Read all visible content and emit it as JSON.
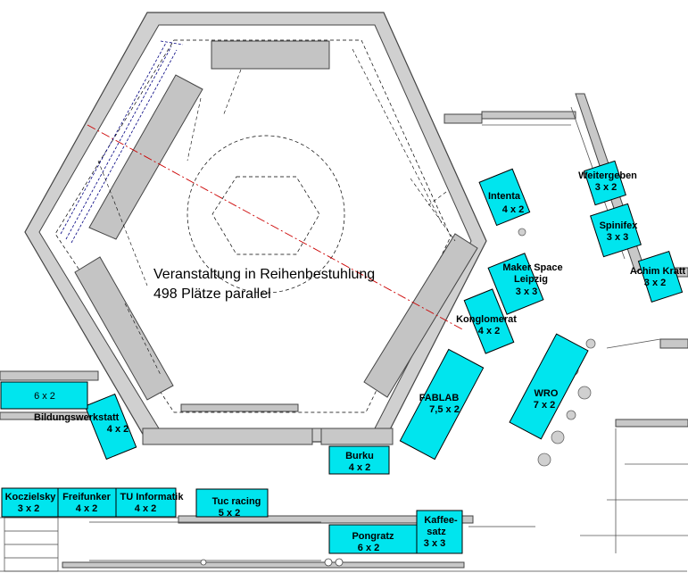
{
  "event_note": {
    "line1": "Veranstaltung in Reihenbestuhlung",
    "line2": "498 Plätze parallel"
  },
  "booths": [
    {
      "id": "intenta",
      "name": "Intenta",
      "size": "4 x 2"
    },
    {
      "id": "maker-space",
      "name": "Maker Space Leipzig",
      "name_lines": [
        "Maker Space",
        "Leipzig"
      ],
      "size": "3 x 3"
    },
    {
      "id": "konglomerat",
      "name": "Konglomerat",
      "size": "4 x 2"
    },
    {
      "id": "fablab",
      "name": "FABLAB",
      "size": "7,5 x 2"
    },
    {
      "id": "wro",
      "name": "WRO",
      "size": "7 x 2"
    },
    {
      "id": "weitergeben",
      "name": "Weitergeben",
      "size": "3 x 2"
    },
    {
      "id": "spinifex",
      "name": "Spinifex",
      "size": "3 x 3"
    },
    {
      "id": "achim-kratt",
      "name": "Achim Kratt",
      "size": "3 x 2"
    },
    {
      "id": "bildungswerkstatt",
      "name": "Bildungswerkstatt",
      "size": "4 x 2"
    },
    {
      "id": "unnamed",
      "name": "",
      "size": "6 x 2"
    },
    {
      "id": "burku",
      "name": "Burku",
      "size": "4 x 2"
    },
    {
      "id": "koczielsky",
      "name": "Koczielsky",
      "size": "3 x 2"
    },
    {
      "id": "freifunker",
      "name": "Freifunker",
      "size": "4 x 2"
    },
    {
      "id": "tu-informatik",
      "name": "TU Informatik",
      "size": "4 x 2"
    },
    {
      "id": "tuc-racing",
      "name": "Tuc racing",
      "size": "5 x 2"
    },
    {
      "id": "pongratz",
      "name": "Pongratz",
      "size": "6 x 2"
    },
    {
      "id": "kaffeesatz",
      "name": "Kaffeesatz",
      "name_lines": [
        "Kaffee-",
        "satz"
      ],
      "size": "3 x 3"
    }
  ],
  "colors": {
    "booth_fill": "#00e5ee",
    "wall_fill": "#c8c8c8",
    "wall_stroke": "#555555",
    "axis_line": "#cc0000",
    "row_line": "#000080"
  }
}
